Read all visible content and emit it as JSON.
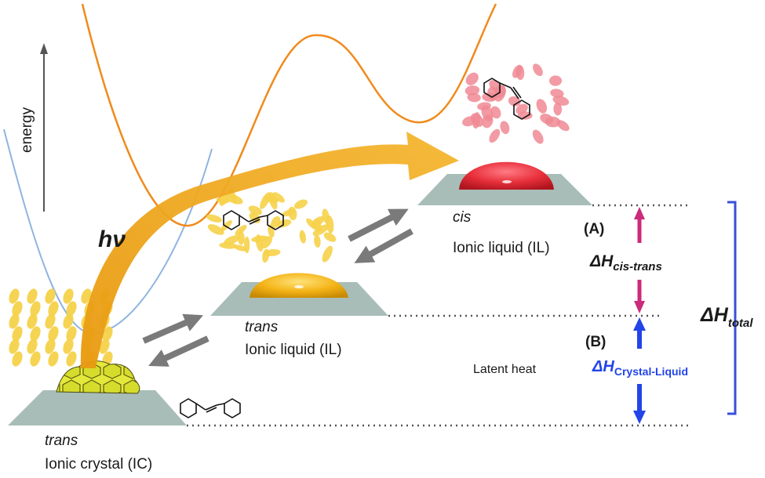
{
  "axis": {
    "energy_label": "energy"
  },
  "photon": {
    "label": "hν"
  },
  "states": {
    "ic": {
      "isomer": "trans",
      "phase": "Ionic crystal (IC)"
    },
    "trans_il": {
      "isomer": "trans",
      "phase": "Ionic liquid (IL)"
    },
    "cis_il": {
      "isomer": "cis",
      "phase": "Ionic liquid (IL)"
    }
  },
  "energy_levels": {
    "a_label": "(A)",
    "b_label": "(B)",
    "dh_cis_trans": {
      "main": "ΔH",
      "sub": "cis-trans"
    },
    "dh_crystal_liquid": {
      "main": "ΔH",
      "sub": "Crystal-Liquid"
    },
    "latent_heat": "Latent heat",
    "dh_total": {
      "main": "ΔH",
      "sub": "total"
    }
  },
  "colors": {
    "curve_orange": "#f08a1c",
    "curve_blue": "#8fb4e0",
    "arrow_gold": "#f2a91f",
    "arrow_magenta": "#cc2a7a",
    "arrow_blue": "#2244e8",
    "bracket_blue": "#3a4fd8",
    "platform": "#a8bdb8",
    "drop_yellow": "#f4b417",
    "drop_red": "#e8303c",
    "ellipse_yellow": "#f6d24a",
    "ellipse_pink": "#f08a94",
    "crystal_yellow": "#e3e83a"
  },
  "icons": [
    "azobenzene-trans-molecule",
    "azobenzene-cis-molecule",
    "ionic-crystal-cluster",
    "liquid-droplet"
  ]
}
